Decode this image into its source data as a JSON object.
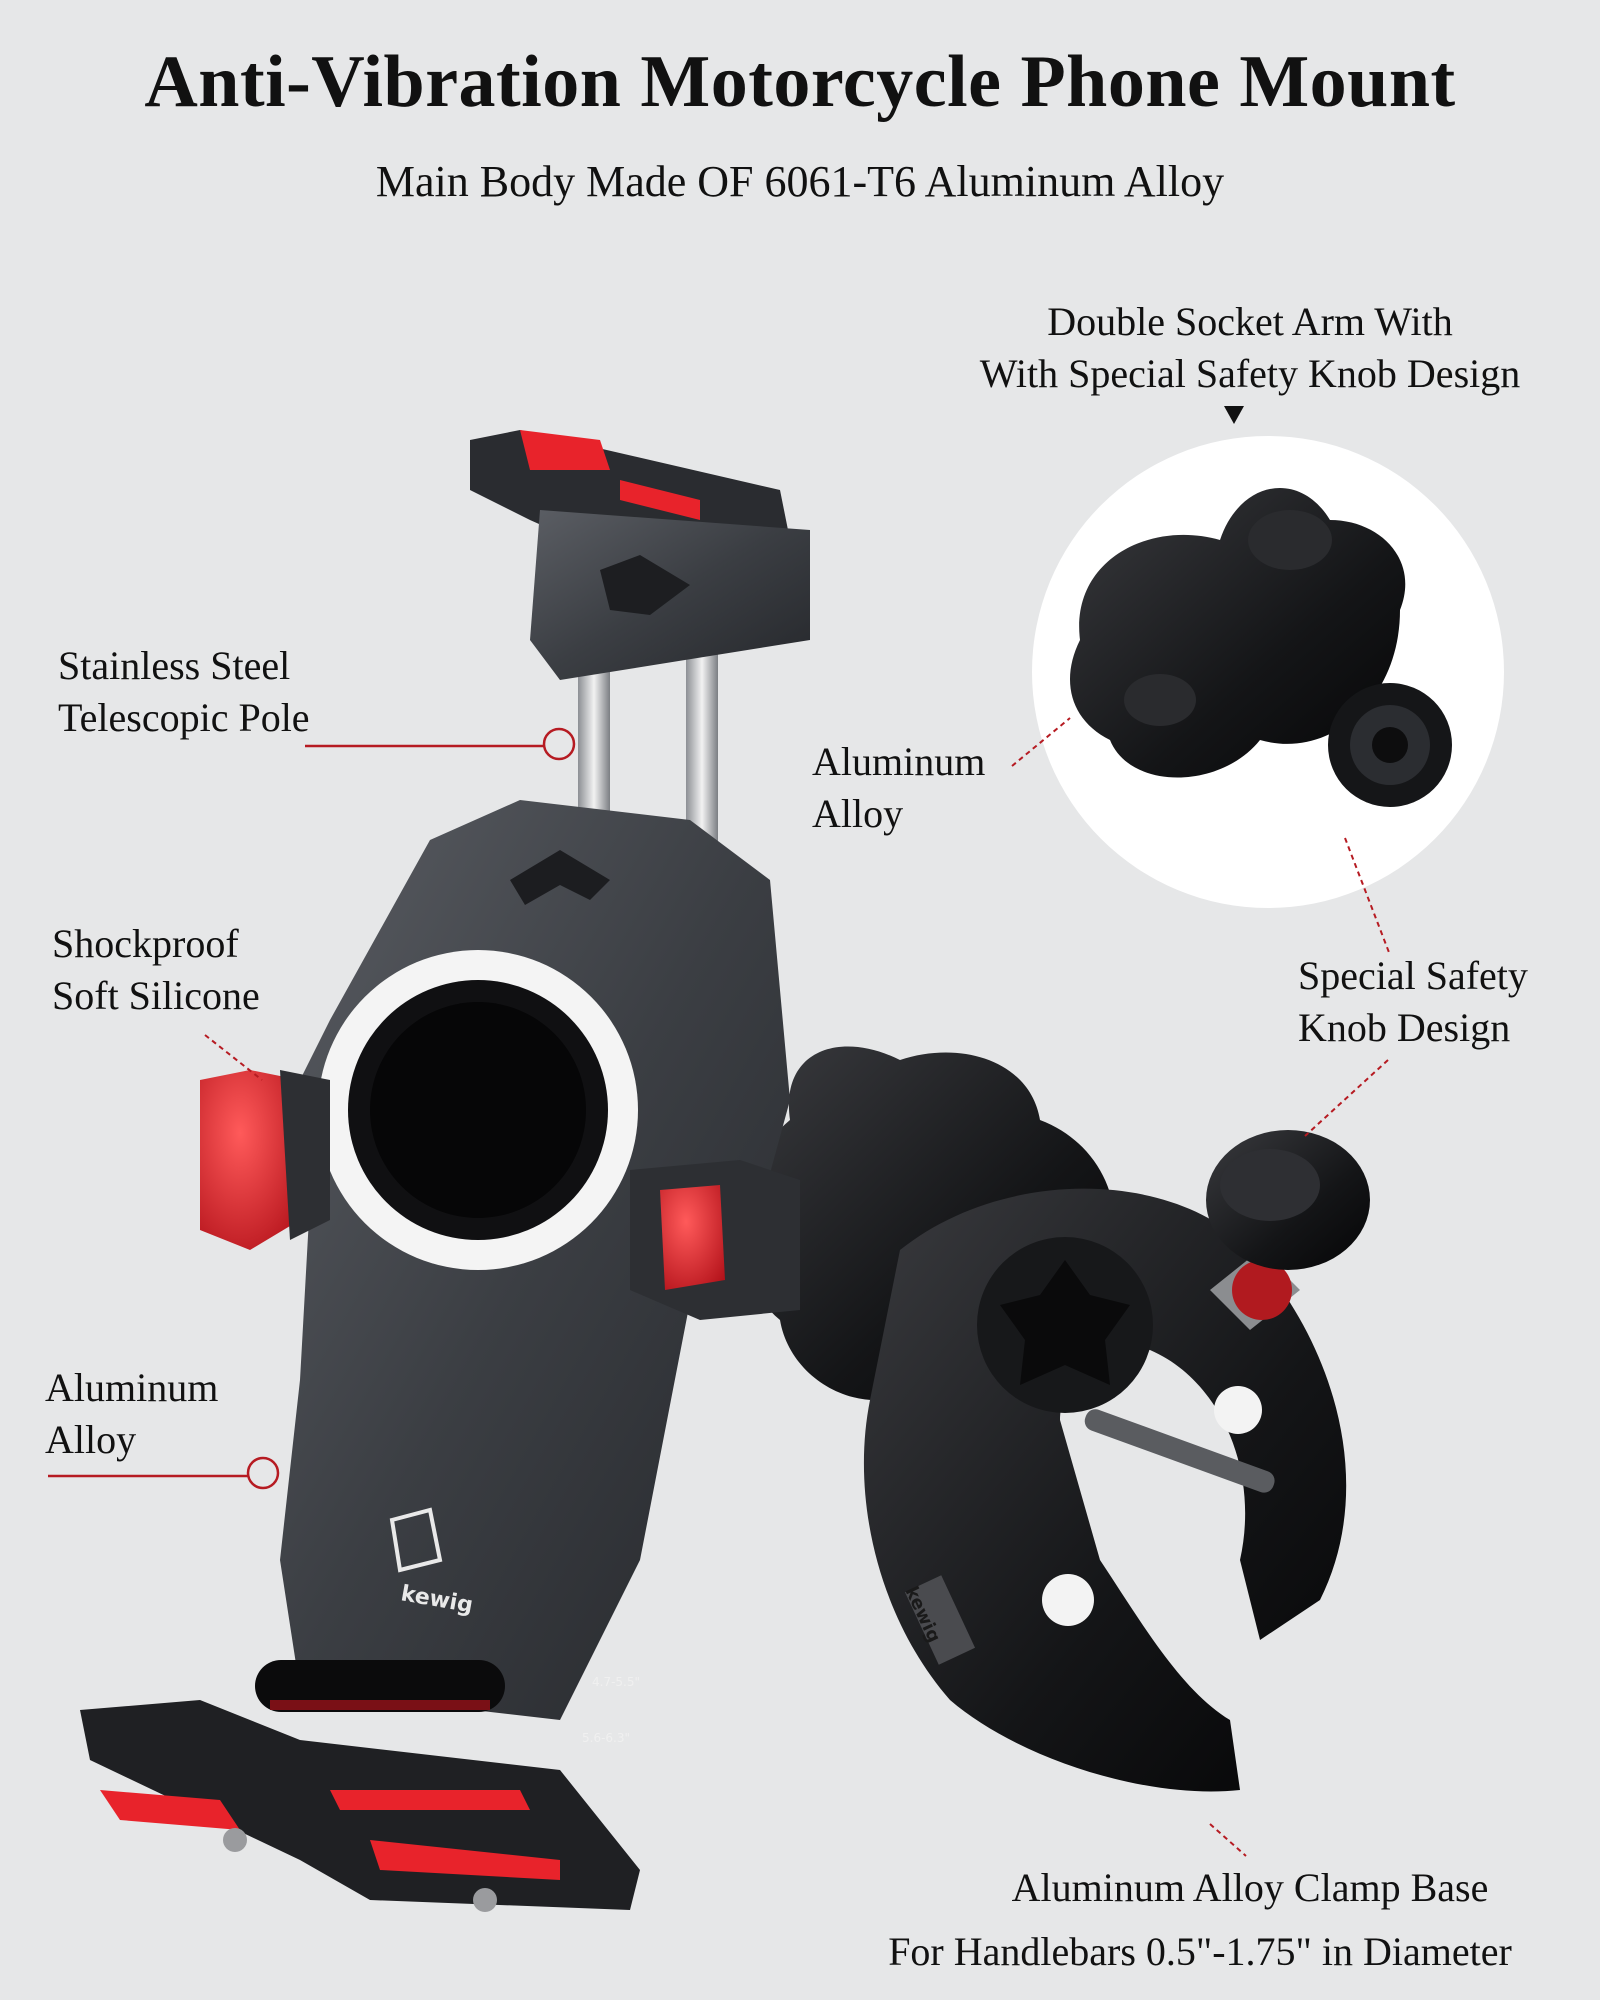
{
  "title": "Anti-Vibration Motorcycle Phone Mount",
  "subtitle": "Main Body Made OF 6061-T6 Aluminum Alloy",
  "labels": {
    "socket_arm": {
      "line1": "Double Socket Arm With",
      "line2": "With Special Safety Knob Design"
    },
    "pole": {
      "line1": "Stainless Steel",
      "line2": "Telescopic Pole"
    },
    "arm_alloy": {
      "line1": "Aluminum",
      "line2": "Alloy"
    },
    "silicone": {
      "line1": "Shockproof",
      "line2": "Soft Silicone"
    },
    "knob": {
      "line1": "Special Safety",
      "line2": "Knob Design"
    },
    "body_alloy": {
      "line1": "Aluminum",
      "line2": "Alloy"
    },
    "clamp": {
      "line1": "Aluminum Alloy Clamp Base",
      "line2": "For Handlebars 0.5\"-1.75\" in Diameter"
    }
  },
  "product": {
    "brand_logo": "kewig",
    "size_marks": [
      "4.7-5.5\"",
      "5.6-6.3\""
    ]
  },
  "colors": {
    "background": "#e6e7e8",
    "body_dark": "#2b2d31",
    "accent_red": "#e8232b",
    "clamp_black": "#111214",
    "ring_white": "#f4f4f4"
  }
}
